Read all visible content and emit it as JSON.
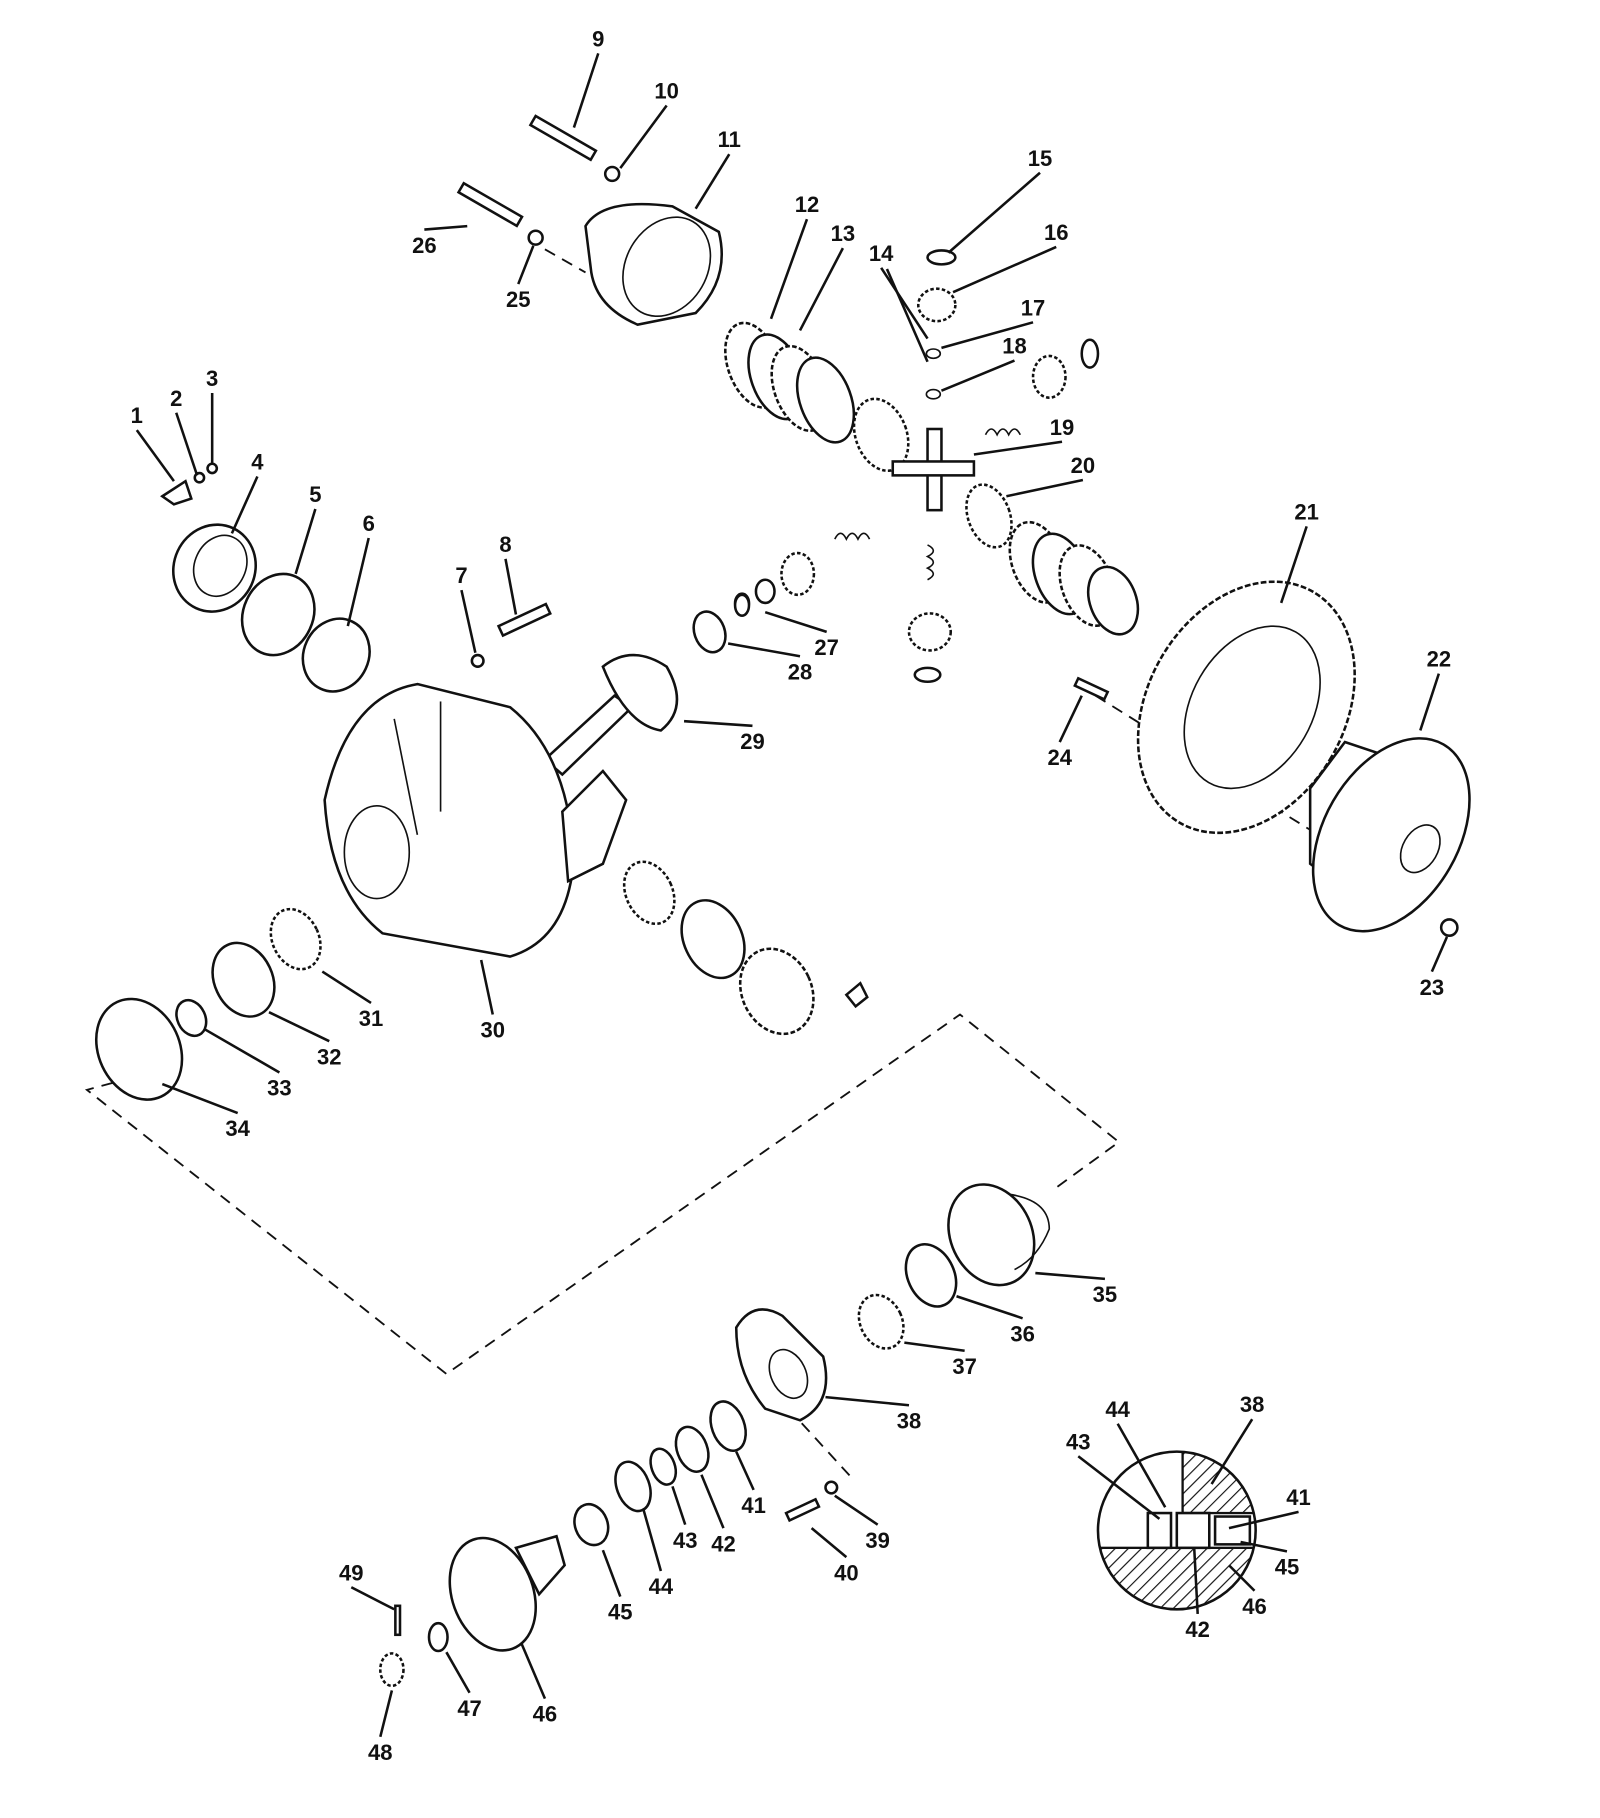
{
  "diagram": {
    "type": "exploded-parts-view",
    "callouts": [
      "1",
      "2",
      "3",
      "4",
      "5",
      "6",
      "7",
      "8",
      "9",
      "10",
      "11",
      "12",
      "13",
      "14",
      "15",
      "16",
      "17",
      "18",
      "19",
      "20",
      "21",
      "22",
      "23",
      "24",
      "25",
      "26",
      "27",
      "28",
      "29",
      "30",
      "31",
      "32",
      "33",
      "34",
      "35",
      "36",
      "37",
      "38",
      "39",
      "40",
      "41",
      "42",
      "43",
      "44",
      "45",
      "46",
      "47",
      "48",
      "49"
    ],
    "inset_callouts": [
      "38",
      "41",
      "42",
      "43",
      "44",
      "45",
      "46"
    ]
  }
}
